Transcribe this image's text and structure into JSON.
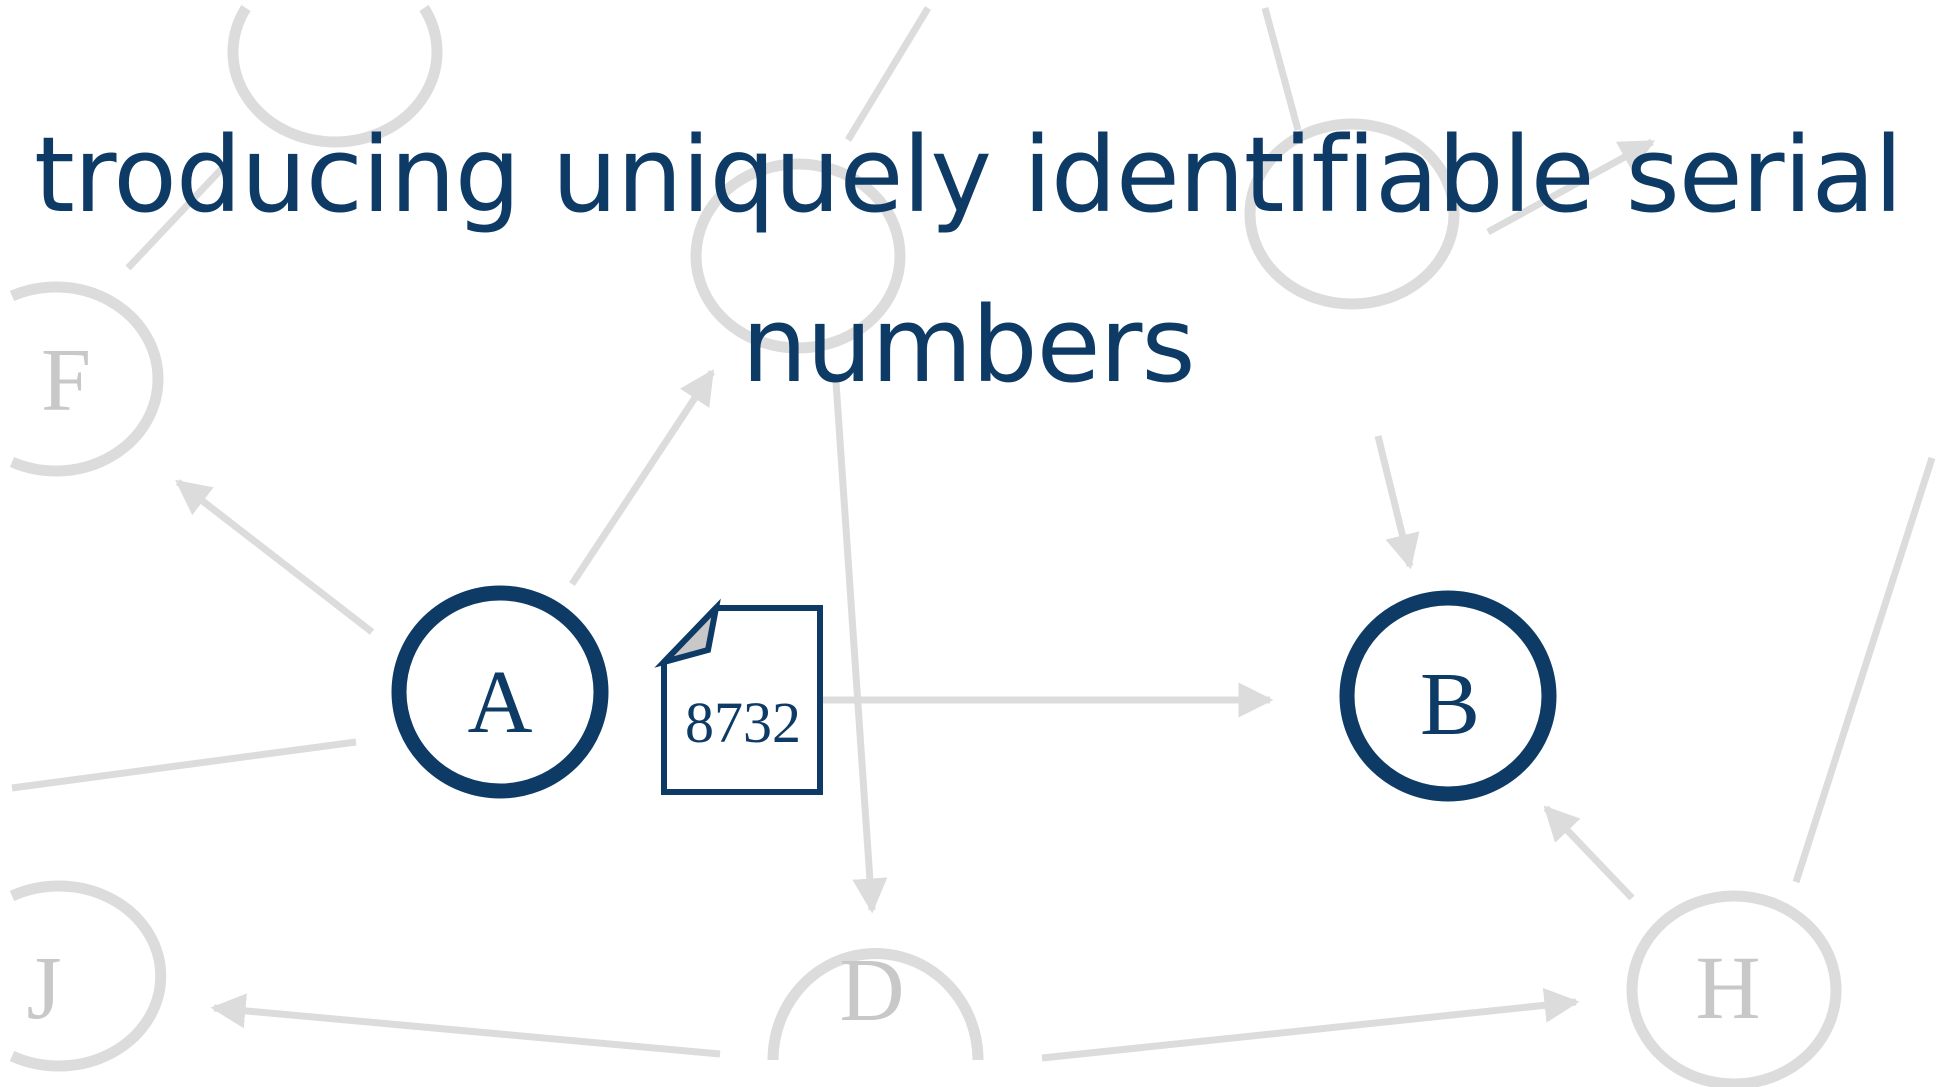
{
  "slide": {
    "title": "troducing uniquely identifiable serial numbers"
  },
  "diagram": {
    "active_nodes": [
      {
        "id": "A",
        "label": "A"
      },
      {
        "id": "B",
        "label": "B"
      }
    ],
    "faded_nodes": [
      {
        "id": "F",
        "label": "F"
      },
      {
        "id": "J",
        "label": "J"
      },
      {
        "id": "D",
        "label": "D"
      },
      {
        "id": "H",
        "label": "H"
      },
      {
        "id": "top-left",
        "label": ""
      },
      {
        "id": "top-center",
        "label": ""
      },
      {
        "id": "top-right",
        "label": ""
      }
    ],
    "message": {
      "label": "8732"
    }
  },
  "colors": {
    "active": "#0e3a66",
    "faded": "#dcdcdc",
    "faded_text": "#c8c8c8",
    "background": "#ffffff"
  }
}
